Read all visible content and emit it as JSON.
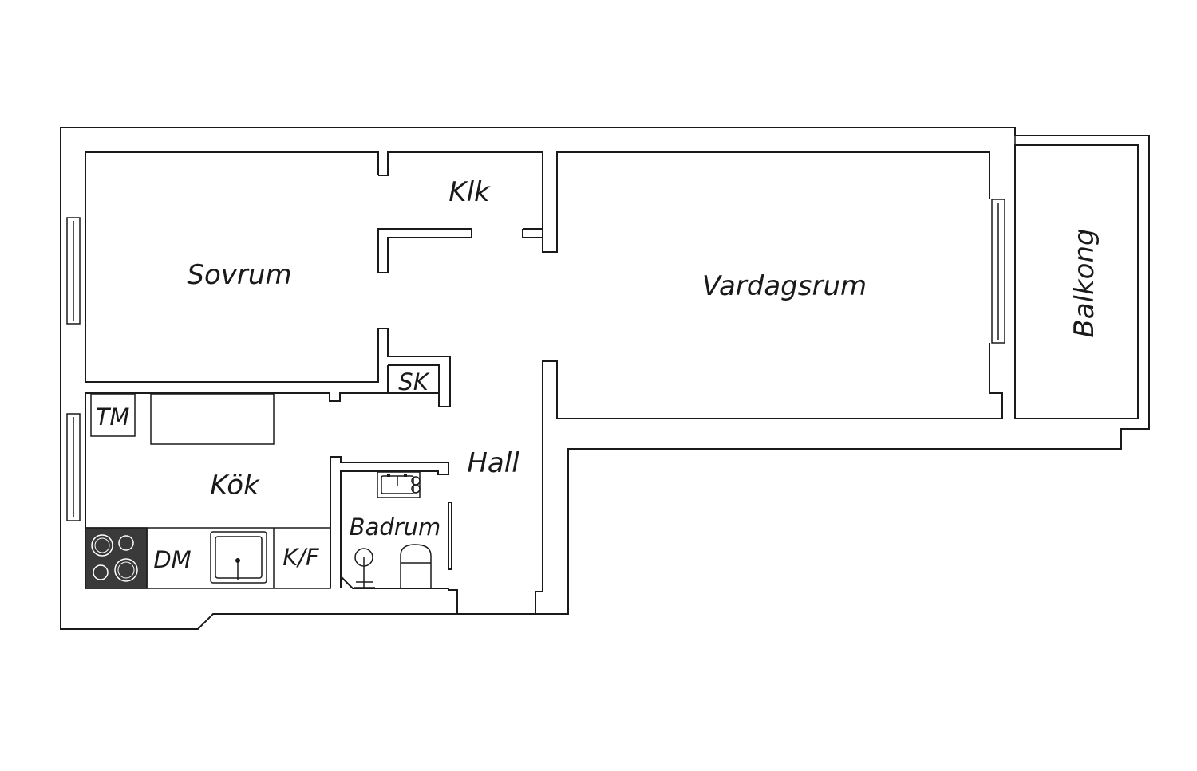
{
  "rooms": {
    "bedroom": "Sovrum",
    "closet": "Klk",
    "living_room": "Vardagsrum",
    "balcony": "Balkong",
    "wardrobe": "SK",
    "hall": "Hall",
    "kitchen": "Kök",
    "bathroom": "Badrum",
    "washer": "TM",
    "dishwasher": "DM",
    "fridge_freezer": "K/F"
  },
  "colors": {
    "line": "#1a1a1a",
    "stove": "#3a3a3a",
    "background": "#ffffff"
  }
}
